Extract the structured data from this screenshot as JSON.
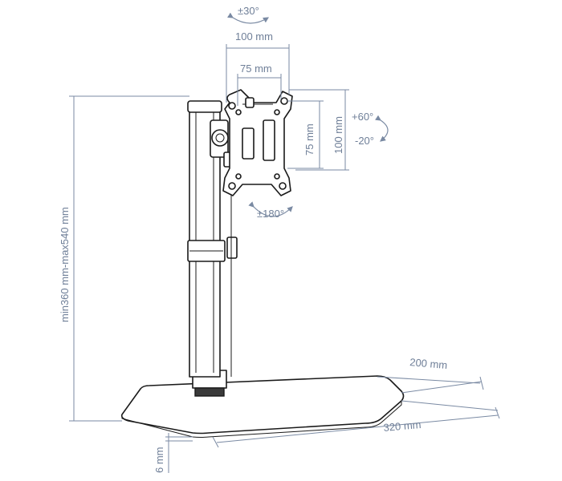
{
  "labels": {
    "swivel": "±30°",
    "width_100": "100 mm",
    "width_75": "75 mm",
    "height_75": "75 mm",
    "height_100": "100 mm",
    "tilt_up": "+60°",
    "tilt_down": "-20°",
    "rotate": "±180°",
    "height_range": "min360 mm-max540 mm",
    "base_depth": "200 mm",
    "base_width": "320 mm",
    "base_thickness": "6 mm"
  }
}
